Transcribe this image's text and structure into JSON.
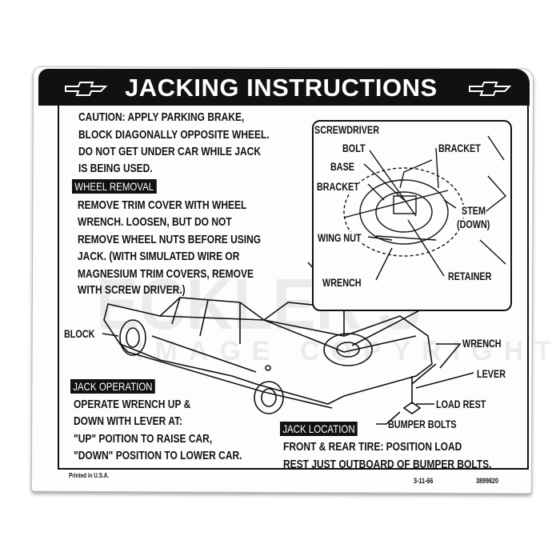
{
  "title": "JACKING INSTRUCTIONS",
  "logo": "chevrolet-bowtie",
  "watermark": {
    "line1": "ECKLER'S",
    "line2": "IMAGE COPYRIGHT"
  },
  "caution": [
    "CAUTION: APPLY PARKING BRAKE,",
    "BLOCK DIAGONALLY OPPOSITE WHEEL.",
    "DO NOT GET UNDER CAR WHILE JACK",
    "IS BEING USED."
  ],
  "wheel_removal": {
    "heading": "WHEEL REMOVAL",
    "lines": [
      "REMOVE TRIM COVER WITH WHEEL",
      "WRENCH. LOOSEN, BUT DO NOT",
      "REMOVE WHEEL NUTS BEFORE USING",
      "JACK. (WITH SIMULATED WIRE OR",
      "MAGNESIUM TRIM COVERS, REMOVE",
      "WITH SCREW DRIVER.)"
    ]
  },
  "inset_labels": {
    "screwdriver": "SCREWDRIVER",
    "bolt": "BOLT",
    "bracket_top": "BRACKET",
    "base": "BASE",
    "bracket_left": "BRACKET",
    "stem": "STEM",
    "down": "(DOWN)",
    "wing_nut": "WING NUT",
    "retainer": "RETAINER",
    "wrench": "WRENCH"
  },
  "car_labels": {
    "block": "BLOCK",
    "wrench": "WRENCH",
    "lever": "LEVER",
    "load_rest": "LOAD REST",
    "bumper_bolts": "BUMPER BOLTS"
  },
  "jack_operation": {
    "heading": "JACK OPERATION",
    "lines": [
      "OPERATE WRENCH UP &",
      "DOWN WITH LEVER AT:",
      "\"UP\" POITION TO RAISE CAR,",
      "\"DOWN\" POSITION TO LOWER CAR."
    ]
  },
  "jack_location": {
    "heading": "JACK LOCATION",
    "lines": [
      "FRONT & REAR TIRE: POSITION LOAD",
      "REST JUST OUTBOARD OF BUMPER BOLTS."
    ]
  },
  "footer": {
    "printed": "Printed in U.S.A.",
    "date": "3-11-66",
    "part_number": "3899820"
  }
}
